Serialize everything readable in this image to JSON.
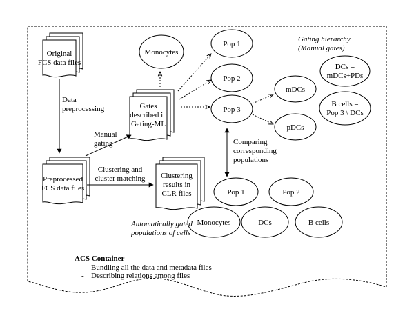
{
  "container": {
    "title": "ACS Container",
    "bullets": [
      "Bundling all the data and metadata files",
      "Describing relations among files"
    ]
  },
  "files": {
    "original": [
      "Original",
      "FCS data files"
    ],
    "preprocessed": [
      "Preprocessed",
      "FCS data files"
    ],
    "gates": [
      "Gates",
      "described in",
      "Gating-ML"
    ],
    "clustering": [
      "Clustering",
      "results in",
      "CLR files"
    ]
  },
  "edges": {
    "preprocessing": [
      "Data",
      "preprocessing"
    ],
    "manual_gating": [
      "Manual",
      "gating"
    ],
    "clustering_matching": [
      "Clustering and",
      "cluster matching"
    ],
    "comparing": [
      "Comparing",
      "corresponding",
      "populations"
    ]
  },
  "manual": {
    "caption": [
      "Gating hierarchy",
      "(Manual gates)"
    ],
    "monocytes": "Monocytes",
    "pop1": "Pop 1",
    "pop2": "Pop 2",
    "pop3": "Pop 3",
    "mdcs": "mDCs",
    "pdcs": "pDCs",
    "dcs_def": [
      "DCs =",
      "mDCs+PDs"
    ],
    "bcells_def": [
      "B cells =",
      "Pop 3 \\ DCs"
    ]
  },
  "automatic": {
    "caption": [
      "Automatically gated",
      "populations of cells"
    ],
    "pop1": "Pop 1",
    "pop2": "Pop 2",
    "monocytes": "Monocytes",
    "dcs": "DCs",
    "bcells": "B cells"
  }
}
